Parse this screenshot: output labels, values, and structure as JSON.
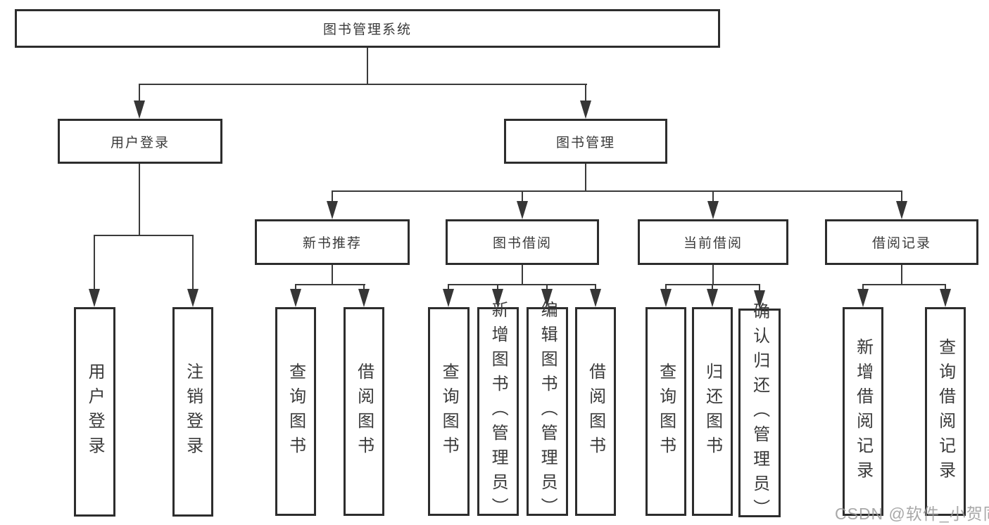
{
  "chart": {
    "type": "org-tree",
    "root": {
      "label": "图书管理系统"
    },
    "level2": [
      {
        "label": "用户登录",
        "leaves": [
          {
            "label": "用户登录"
          },
          {
            "label": "注销登录"
          }
        ]
      },
      {
        "label": "图书管理",
        "groups": [
          {
            "label": "新书推荐",
            "leaves": [
              {
                "label": "查询图书"
              },
              {
                "label": "借阅图书"
              }
            ]
          },
          {
            "label": "图书借阅",
            "leaves": [
              {
                "label": "查询图书"
              },
              {
                "label": "新增图书（管理员）"
              },
              {
                "label": "编辑图书（管理员）"
              },
              {
                "label": "借阅图书"
              }
            ]
          },
          {
            "label": "当前借阅",
            "leaves": [
              {
                "label": "查询图书"
              },
              {
                "label": "归还图书"
              },
              {
                "label": "确认归还（管理员）"
              }
            ]
          },
          {
            "label": "借阅记录",
            "leaves": [
              {
                "label": "新增借阅记录"
              },
              {
                "label": "查询借阅记录"
              }
            ]
          }
        ]
      }
    ]
  },
  "watermark": {
    "text": "CSDN @软件_小贺同学"
  },
  "colors": {
    "line": "#3a3a3a",
    "box_border": "#2d2d2d",
    "text": "#3a3a3a",
    "watermark": "#999999",
    "background": "#ffffff"
  }
}
